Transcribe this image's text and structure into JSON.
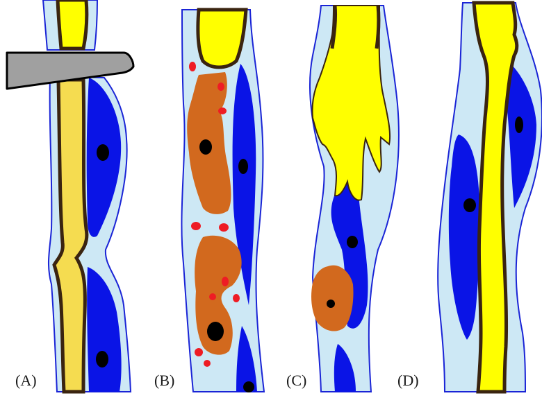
{
  "panels": [
    {
      "id": "A",
      "label": "(A)"
    },
    {
      "id": "B",
      "label": "(B)"
    },
    {
      "id": "C",
      "label": "(C)"
    },
    {
      "id": "D",
      "label": "(D)"
    }
  ],
  "colors": {
    "sheath": "#cde8f5",
    "sheath_outline": "#1a24d6",
    "axon": "#ffff00",
    "axon_injured": "#f5dc50",
    "myelin": "#3a2410",
    "schwann_cell": "#0a14e6",
    "nucleus": "#000000",
    "macrophage": "#d2691e",
    "debris": "#ee1c24",
    "blade": "#a0a0a0",
    "outline": "#000000"
  }
}
